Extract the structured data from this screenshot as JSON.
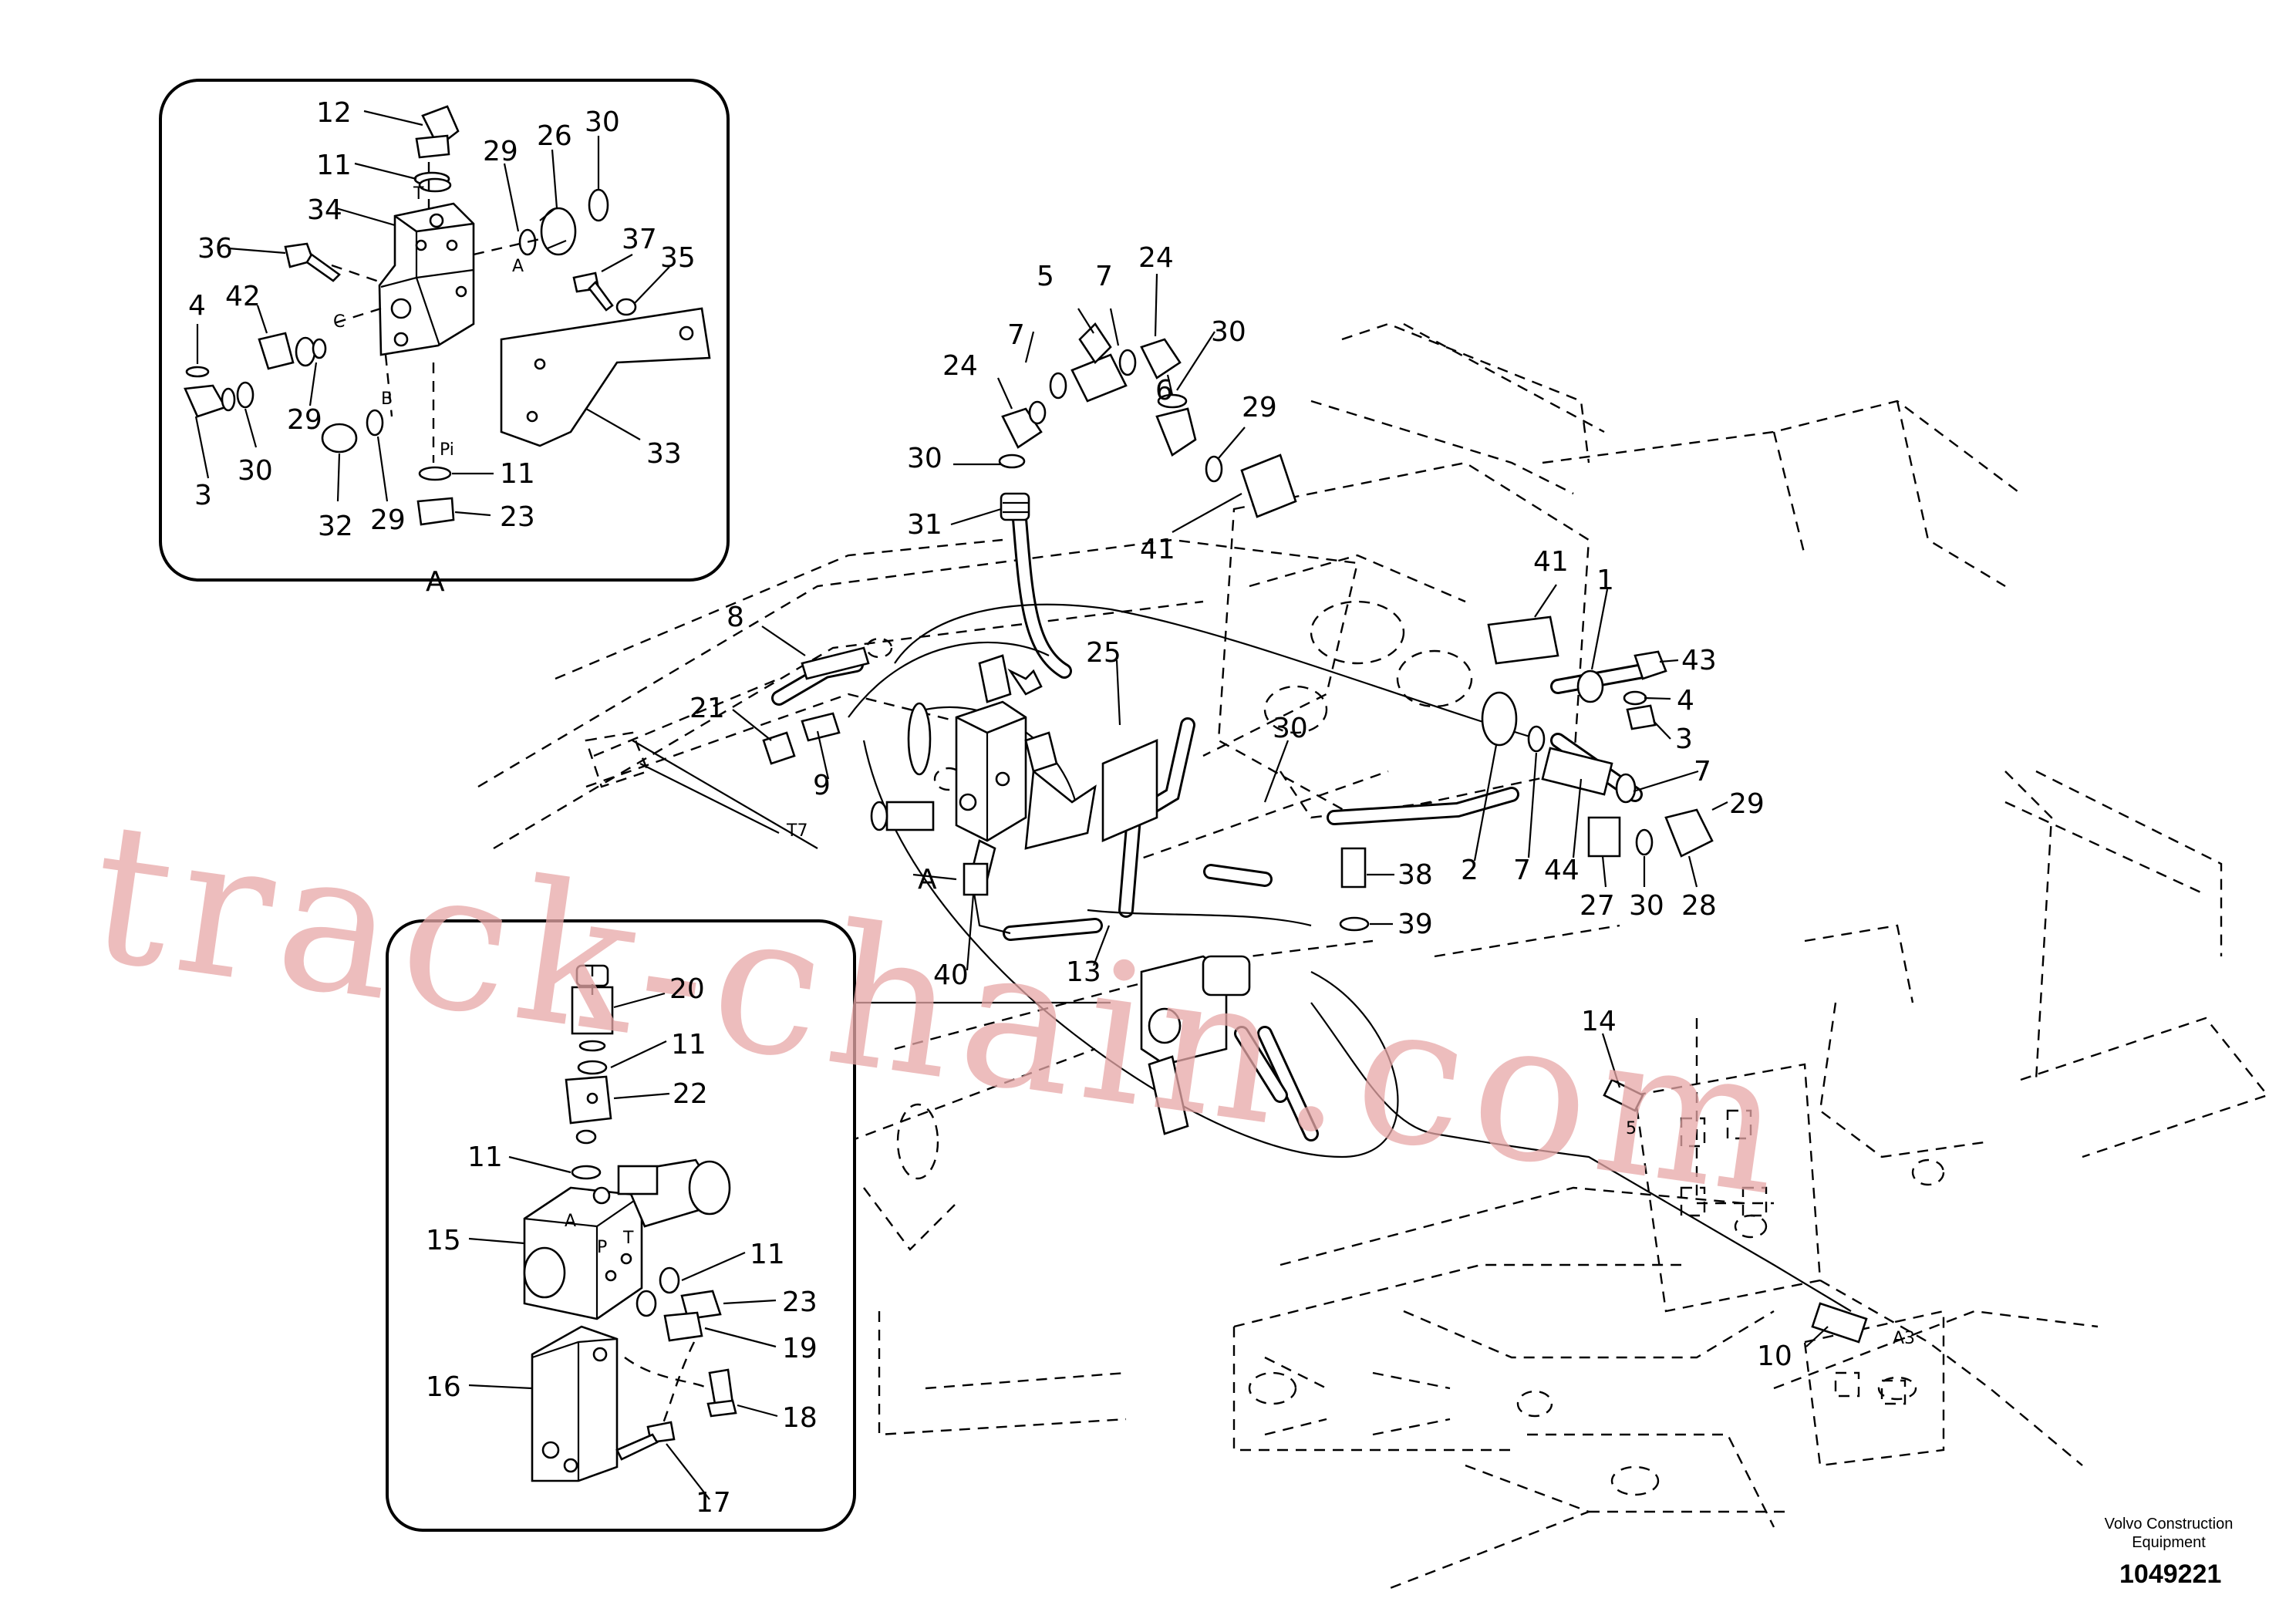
{
  "diagram": {
    "watermark": "track-chain.com",
    "detail_a_label": "A",
    "credit_line1": "Volvo Construction",
    "credit_line2": "Equipment",
    "drawing_number": "1049221",
    "port_labels": {
      "T": "T",
      "A": "A",
      "C": "C",
      "B": "B",
      "Pi": "Pi",
      "A_small": "A",
      "P": "P",
      "T_small": "T",
      "T7": "T7",
      "A3": "A3",
      "five": "5",
      "A_view": "A"
    },
    "callouts": {
      "d12": "12",
      "d11a": "11",
      "d34": "34",
      "d29a": "29",
      "d26": "26",
      "d30a": "30",
      "d36": "36",
      "d37": "37",
      "d35": "35",
      "d42": "42",
      "d4a": "4",
      "d29b": "29",
      "d30b": "30",
      "d3a": "3",
      "d32": "32",
      "d29c": "29",
      "d11b": "11",
      "d23a": "23",
      "d33": "33",
      "m24a": "24",
      "m7a": "7",
      "m5": "5",
      "m7b": "7",
      "m24b": "24",
      "m30a": "30",
      "m6": "6",
      "m29a": "29",
      "m30b": "30",
      "m31": "31",
      "m41a": "41",
      "m8": "8",
      "m25": "25",
      "m21": "21",
      "m9": "9",
      "m41b": "41",
      "m1": "1",
      "m43": "43",
      "m4": "4",
      "m3": "3",
      "m7c": "7",
      "m29b": "29",
      "m30c": "30",
      "m2": "2",
      "m7d": "7",
      "m44": "44",
      "m27": "27",
      "m30d": "30",
      "m28": "28",
      "m38": "38",
      "m39": "39",
      "m40": "40",
      "m13": "13",
      "m14": "14",
      "m10": "10",
      "b20": "20",
      "b11a": "11",
      "b22": "22",
      "b11b": "11",
      "b15": "15",
      "b11c": "11",
      "b23": "23",
      "b19": "19",
      "b16": "16",
      "b18": "18",
      "b17": "17"
    }
  }
}
